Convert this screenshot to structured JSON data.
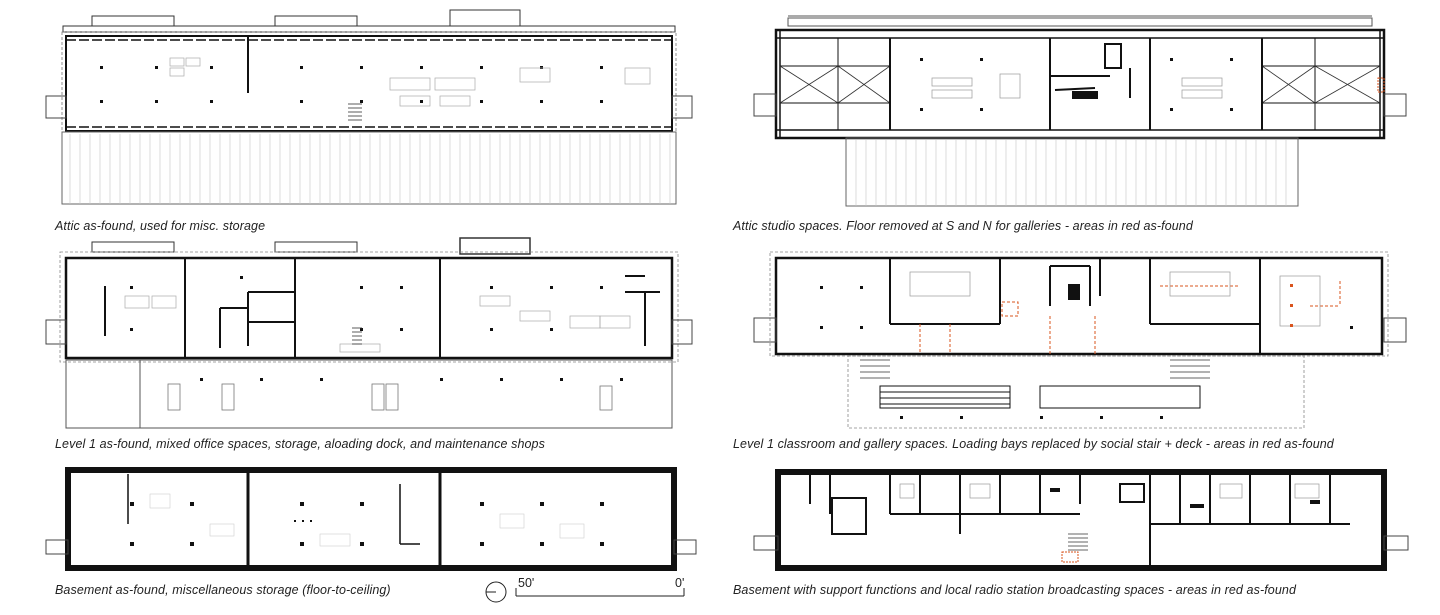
{
  "captions": {
    "attic_existing": "Attic as-found, used for misc. storage",
    "attic_proposed": "Attic studio spaces. Floor removed at S and N for galleries - areas in red as-found",
    "level1_existing": "Level 1 as-found, mixed office spaces, storage, aloading dock, and maintenance shops",
    "level1_proposed": "Level 1 classroom and gallery spaces. Loading bays replaced by social stair + deck - areas in red as-found",
    "basement_existing": "Basement as-found, miscellaneous storage (floor-to-ceiling)",
    "basement_proposed": "Basement with support functions and local radio station broadcasting spaces - areas in red as-found"
  },
  "scale_bar": {
    "left_label": "50'",
    "right_label": "0'"
  },
  "colors": {
    "wall": "#111111",
    "thin_line": "#555555",
    "hatch": "#b8b8b8",
    "as_found_red": "#d9541e"
  }
}
